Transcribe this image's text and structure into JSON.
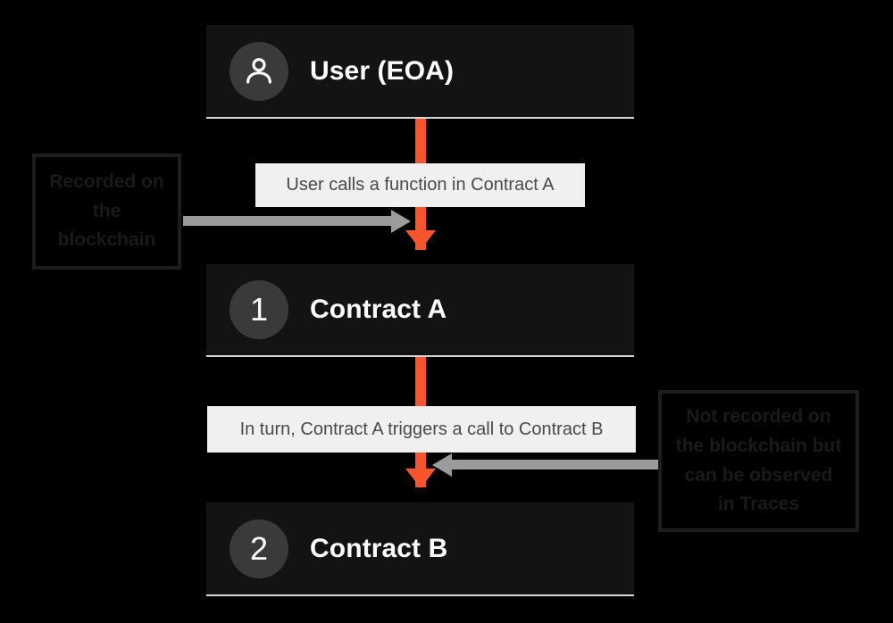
{
  "diagram": {
    "background": "#000000",
    "accent_arrow_color": "#f9542b",
    "pointer_arrow_color": "#9b9b9b",
    "node_background": "#131313",
    "chip_background": "#f0f0f0",
    "nodes": [
      {
        "id": "user",
        "icon": "person-icon",
        "badge": "",
        "title": "User (EOA)"
      },
      {
        "id": "contract-a",
        "icon": "number-badge",
        "badge": "1",
        "title": "Contract A"
      },
      {
        "id": "contract-b",
        "icon": "number-badge",
        "badge": "2",
        "title": "Contract B"
      }
    ],
    "edge_labels": [
      {
        "id": "edge-1",
        "text": "User calls a function in Contract A"
      },
      {
        "id": "edge-2",
        "text": "In turn, Contract A triggers a call to Contract B"
      }
    ],
    "annotations": [
      {
        "id": "anno-left",
        "text": "Recorded on the blockchain",
        "points": "right"
      },
      {
        "id": "anno-right",
        "text": "Not recorded on the blockchain but can be observed in Traces",
        "points": "left"
      }
    ]
  }
}
